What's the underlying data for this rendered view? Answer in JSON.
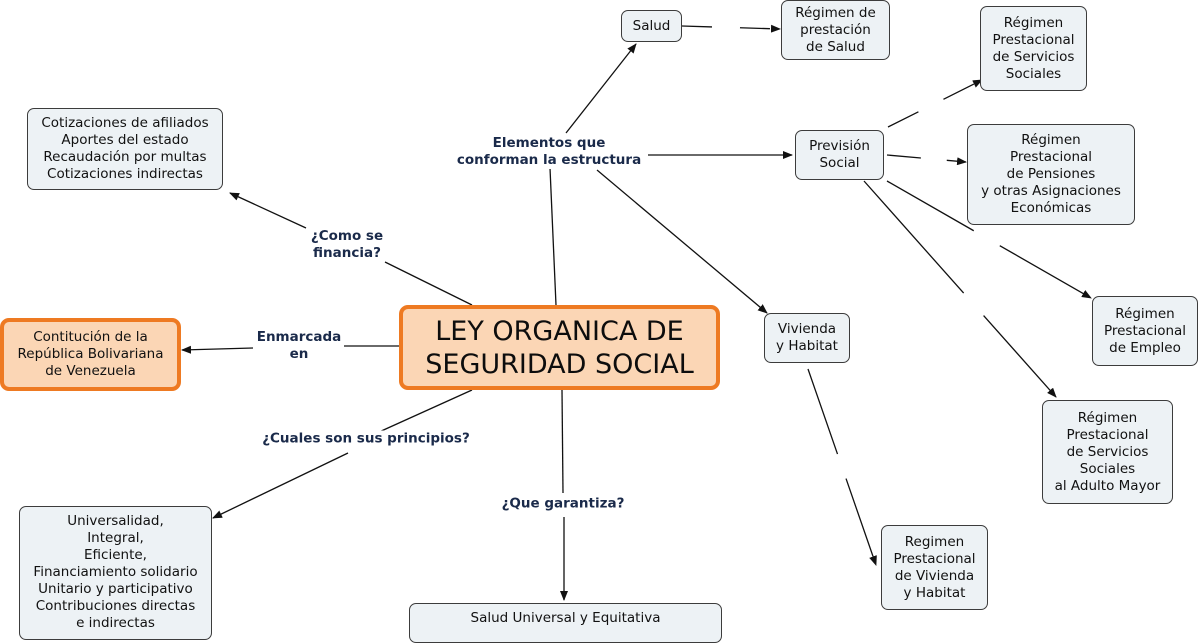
{
  "nodes": {
    "center": "LEY ORGANICA DE\nSEGURIDAD SOCIAL",
    "constitucion": "Contitución de la\nRepública Bolivariana\nde Venezuela",
    "cotizaciones": "Cotizaciones de afiliados\nAportes del estado\nRecaudación por multas\nCotizaciones indirectas",
    "principios": "Universalidad,\nIntegral,\nEficiente,\nFinanciamiento solidario\nUnitario y participativo\nContribuciones directas\ne indirectas",
    "garantiza": "Salud Universal y Equitativa",
    "salud": "Salud",
    "regimen_salud": "Régimen de\nprestación\nde Salud",
    "prevision": "Previsión\nSocial",
    "rp_servicios_sociales": "Régimen\nPrestacional\nde Servicios\nSociales",
    "rp_pensiones": "Régimen\nPrestacional\nde Pensiones\ny otras Asignaciones\nEconómicas",
    "rp_empleo": "Régimen\nPrestacional\nde Empleo",
    "rp_adulto_mayor": "Régimen\nPrestacional\nde Servicios\nSociales\nal Adulto Mayor",
    "vivienda": "Vivienda\ny Habitat",
    "rp_vivienda": "Regimen\nPrestacional\nde Vivienda\ny Habitat"
  },
  "links": {
    "elementos": "Elementos que\nconforman la estructura",
    "financia": "¿Como se\nfinancia?",
    "enmarcada": "Enmarcada\nen",
    "principios": "¿Cuales son sus principios?",
    "garantiza": "¿Que garantiza?"
  },
  "colors": {
    "node_fill": "#edf2f5",
    "node_border": "#3c3c3c",
    "accent_fill": "#fbd6b5",
    "accent_border": "#ee7a22",
    "link_text": "#1a2a4a"
  }
}
